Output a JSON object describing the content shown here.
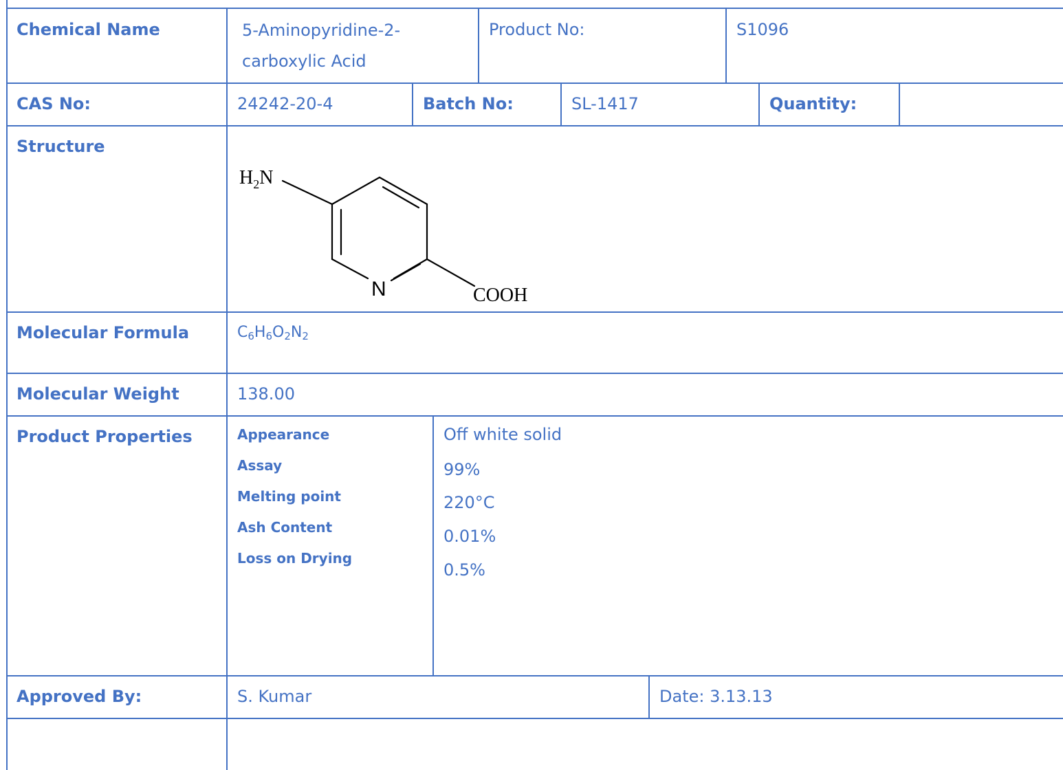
{
  "row1": {
    "chemical_name_label": "Chemical Name",
    "chemical_name_value": "5-Aminopyridine-2-carboxylic Acid",
    "product_no_label": "Product No:",
    "product_no_value": "S1096"
  },
  "row2": {
    "cas_label": "CAS No:",
    "cas_value": "24242-20-4",
    "batch_label": "Batch No:",
    "batch_value": "SL-1417",
    "quantity_label": "Quantity:",
    "quantity_value": ""
  },
  "structure": {
    "label": "Structure",
    "amine_h": "H",
    "amine_sub": "2",
    "amine_n": "N",
    "ring_n": "N",
    "acid_group": "COOH"
  },
  "formula": {
    "label": "Molecular Formula",
    "parts": [
      "C",
      "6",
      "H",
      "6",
      "O",
      "2",
      "N",
      "2"
    ]
  },
  "weight": {
    "label": "Molecular Weight",
    "value": "138.00"
  },
  "properties": {
    "label": "Product Properties",
    "names": [
      "Appearance",
      "Assay",
      "Melting point",
      "Ash Content",
      "Loss on Drying"
    ],
    "values": [
      "Off white solid",
      "99%",
      "220°C",
      "0.01%",
      "0.5%"
    ]
  },
  "approval": {
    "label": "Approved By:",
    "name": "S. Kumar",
    "date": "Date: 3.13.13"
  },
  "colors": {
    "border": "#4472c4",
    "text": "#4472c4"
  }
}
